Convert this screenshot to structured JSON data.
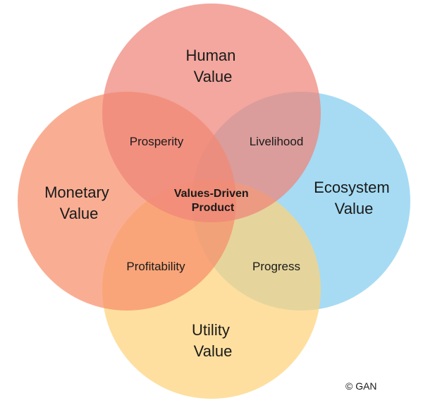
{
  "circles": {
    "human": {
      "label_line1": "Human",
      "label_line2": "Value",
      "color": "#ee8579"
    },
    "monetary": {
      "label_line1": "Monetary",
      "label_line2": "Value",
      "color": "#f78f6b"
    },
    "ecosystem": {
      "label_line1": "Ecosystem",
      "label_line2": "Value",
      "color": "#84cdee"
    },
    "utility": {
      "label_line1": "Utility",
      "label_line2": "Value",
      "color": "#fdd27a"
    }
  },
  "overlaps": {
    "prosperity": "Prosperity",
    "livelihood": "Livelihood",
    "profitability": "Profitability",
    "progress": "Progress"
  },
  "center": {
    "line1": "Values-Driven",
    "line2": "Product"
  },
  "copyright": "© GAN"
}
